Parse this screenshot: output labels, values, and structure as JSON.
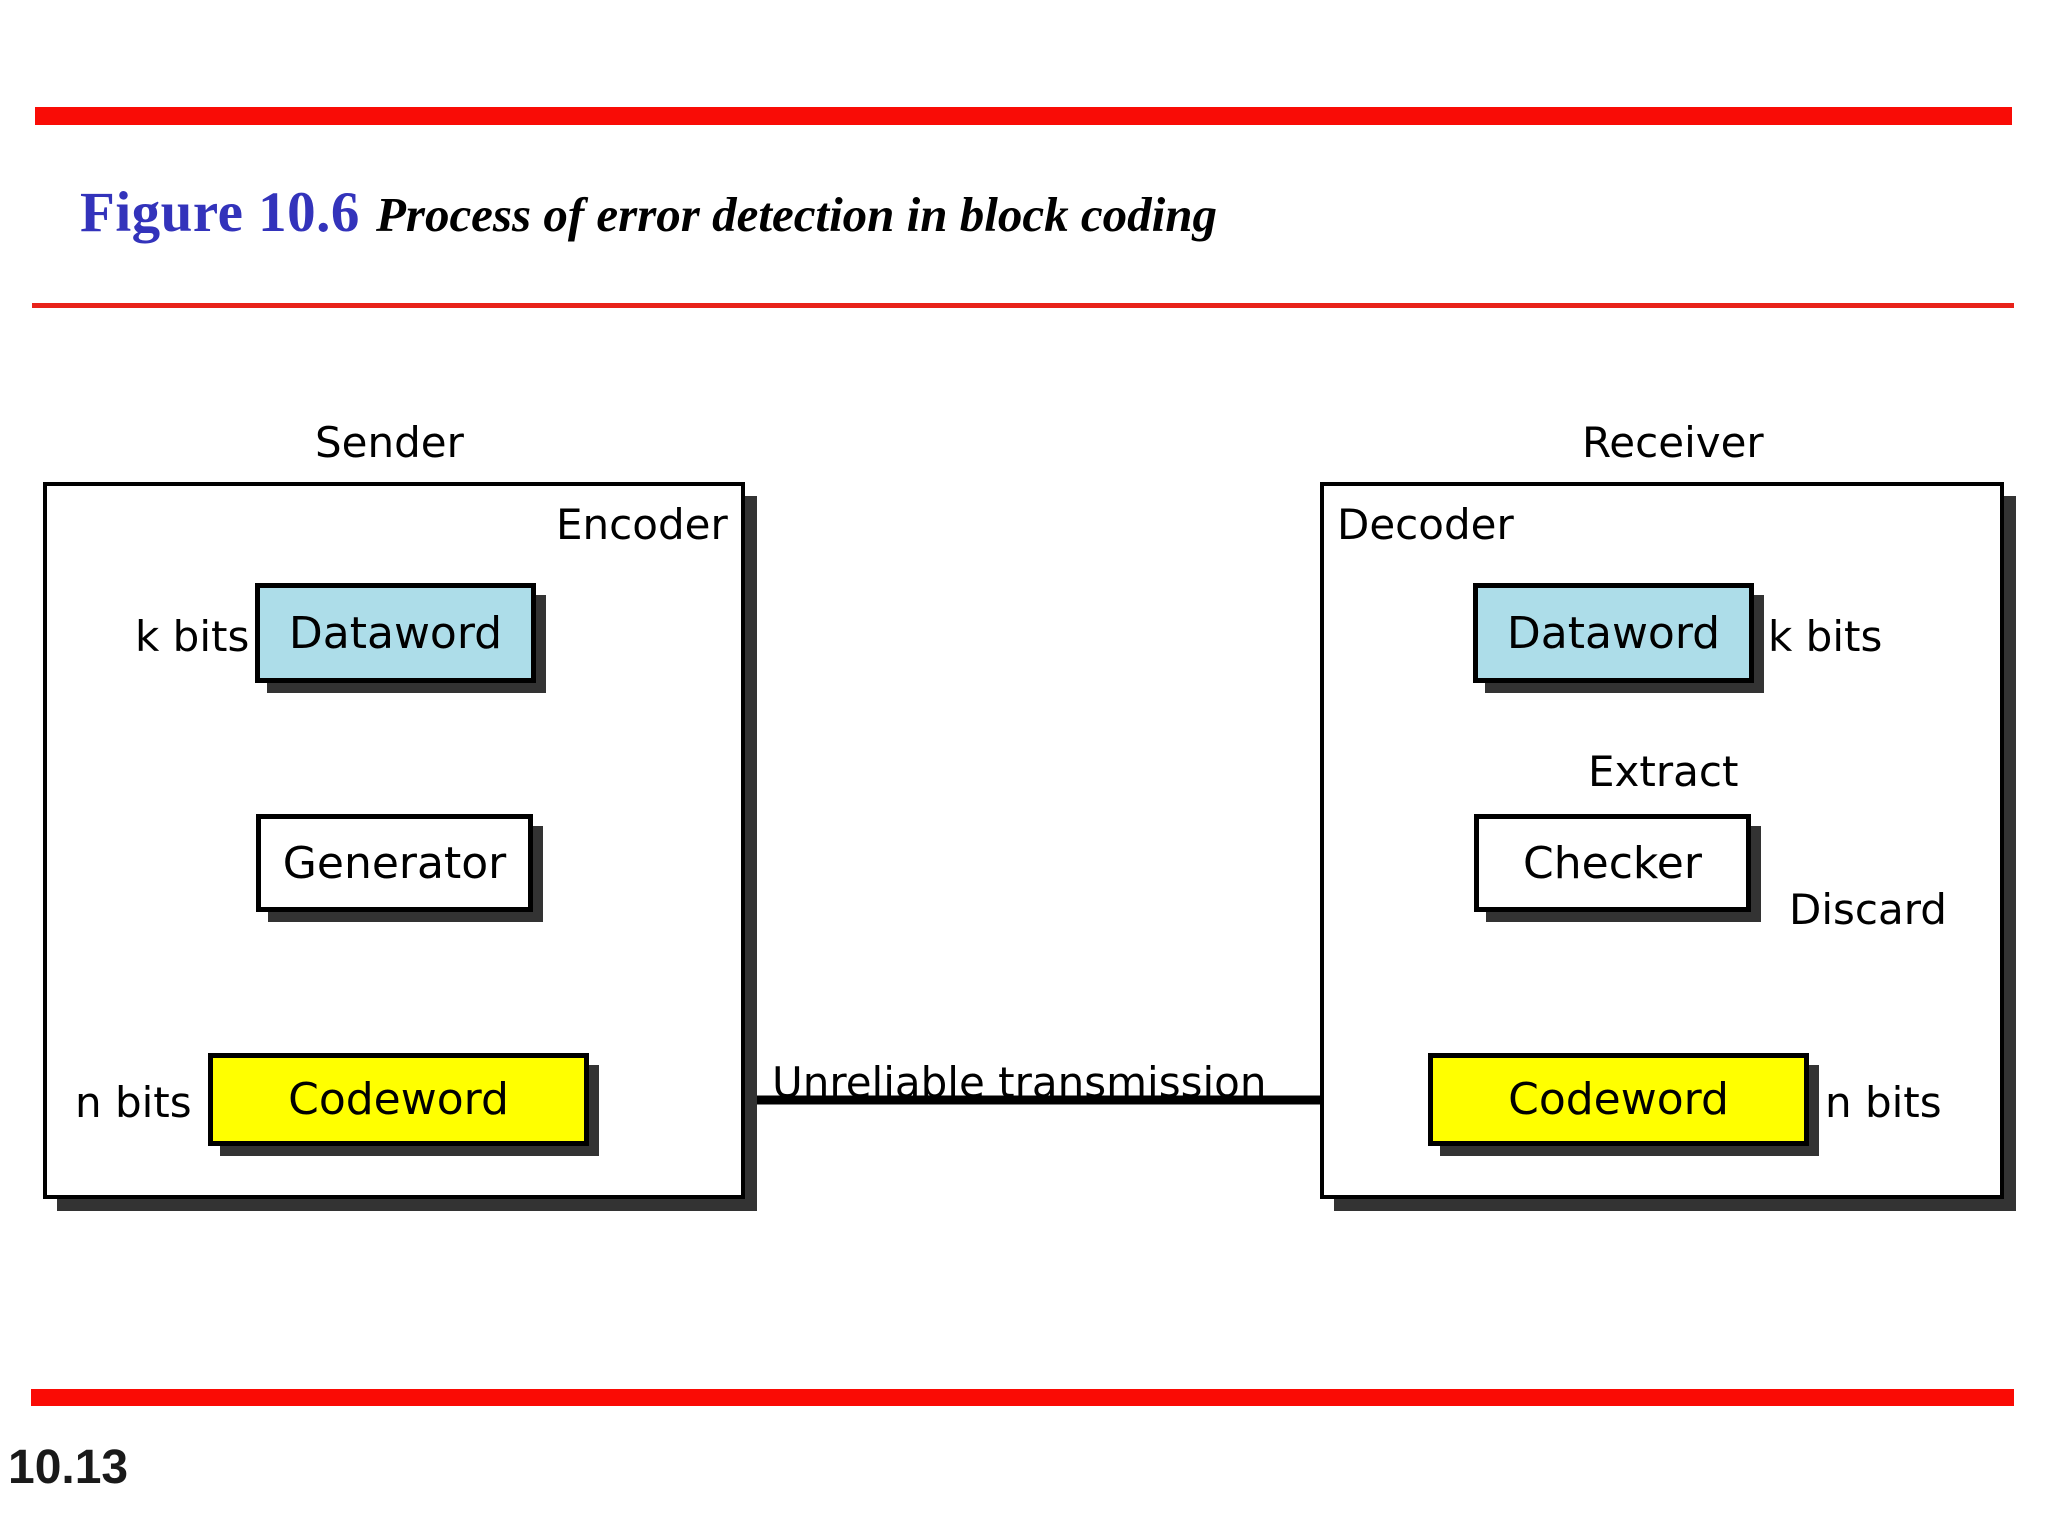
{
  "slide": {
    "figure_number": "Figure 10.6",
    "figure_title": "Process of error detection in block coding",
    "page_number": "10.13",
    "accent_rule_color": "#f90c06",
    "figure_number_color": "#3333bb"
  },
  "diagram": {
    "type": "block-flow",
    "sender": {
      "caption": "Sender",
      "inner_caption": "Encoder",
      "dataword_label": "Dataword",
      "dataword_color": "#addde9",
      "generator_label": "Generator",
      "generator_color": "#ffffff",
      "codeword_label": "Codeword",
      "codeword_color": "#ffff00",
      "k_bits_label": "k bits",
      "n_bits_label": "n bits"
    },
    "receiver": {
      "caption": "Receiver",
      "inner_caption": "Decoder",
      "dataword_label": "Dataword",
      "dataword_color": "#addde9",
      "checker_label": "Checker",
      "checker_color": "#ffffff",
      "codeword_label": "Codeword",
      "codeword_color": "#ffff00",
      "k_bits_label": "k bits",
      "n_bits_label": "n bits",
      "extract_label": "Extract",
      "discard_label": "Discard"
    },
    "channel": {
      "transmission_label": "Unreliable transmission"
    }
  }
}
